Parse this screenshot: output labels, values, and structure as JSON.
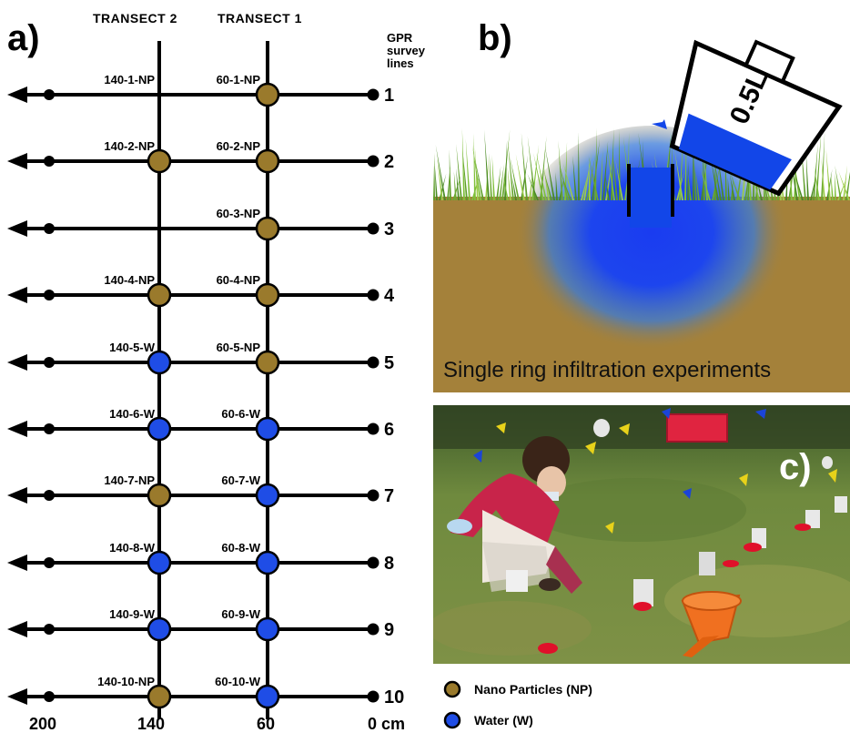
{
  "panel_a": {
    "letter": "a)",
    "transect_2": "TRANSECT 2",
    "transect_1": "TRANSECT 1",
    "gpr_label": [
      "GPR",
      "survey",
      "lines"
    ],
    "rows": [
      {
        "line": "1",
        "t2": "140-1-NP",
        "t2_type": null,
        "t1": "60-1-NP",
        "t1_type": "NP"
      },
      {
        "line": "2",
        "t2": "140-2-NP",
        "t2_type": "NP",
        "t1": "60-2-NP",
        "t1_type": "NP"
      },
      {
        "line": "3",
        "t2": "",
        "t2_type": null,
        "t1": "60-3-NP",
        "t1_type": "NP"
      },
      {
        "line": "4",
        "t2": "140-4-NP",
        "t2_type": "NP",
        "t1": "60-4-NP",
        "t1_type": "NP"
      },
      {
        "line": "5",
        "t2": "140-5-W",
        "t2_type": "W",
        "t1": "60-5-NP",
        "t1_type": "NP"
      },
      {
        "line": "6",
        "t2": "140-6-W",
        "t2_type": "W",
        "t1": "60-6-W",
        "t1_type": "W"
      },
      {
        "line": "7",
        "t2": "140-7-NP",
        "t2_type": "NP",
        "t1": "60-7-W",
        "t1_type": "W"
      },
      {
        "line": "8",
        "t2": "140-8-W",
        "t2_type": "W",
        "t1": "60-8-W",
        "t1_type": "W"
      },
      {
        "line": "9",
        "t2": "140-9-W",
        "t2_type": "W",
        "t1": "60-9-W",
        "t1_type": "W"
      },
      {
        "line": "10",
        "t2": "140-10-NP",
        "t2_type": "NP",
        "t1": "60-10-W",
        "t1_type": "W"
      }
    ],
    "axis_labels": {
      "x200": "200",
      "x140": "140",
      "x60": "60",
      "x0": "0 cm"
    },
    "colors": {
      "np": "#9a7a2c",
      "w": "#1f4de6",
      "line": "#000000"
    }
  },
  "panel_b": {
    "letter": "b)",
    "volume_label": "0.5L",
    "caption": "Single ring infiltration experiments",
    "colors": {
      "soil": "#a4813a",
      "water": "#1246e8",
      "grass": "#6aa832"
    }
  },
  "panel_c": {
    "letter": "c)"
  },
  "legend": [
    {
      "label": "Nano Particles (NP)",
      "color": "#9a7a2c"
    },
    {
      "label": "Water (W)",
      "color": "#1f4de6"
    }
  ]
}
